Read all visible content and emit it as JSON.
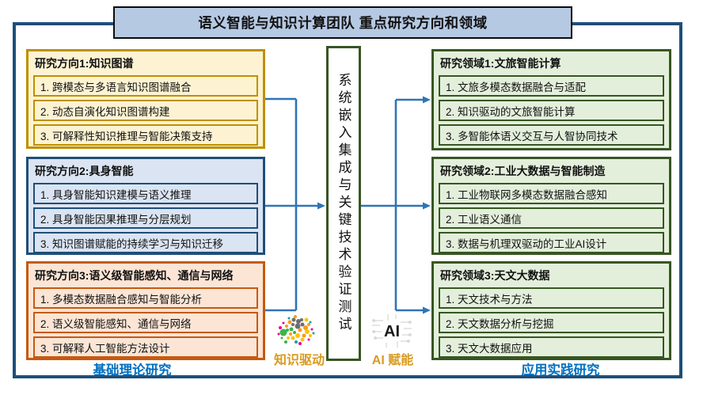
{
  "title": "语义智能与知识计算团队 重点研究方向和领域",
  "center_box": {
    "label": "系统嵌入集成与关键技术验证测试"
  },
  "left_column": {
    "caption": "基础理论研究",
    "groups": [
      {
        "title": "研究方向1:知识图谱",
        "items": [
          "1. 跨模态与多语言知识图谱融合",
          "2. 动态自演化知识图谱构建",
          "3. 可解释性知识推理与智能决策支持"
        ]
      },
      {
        "title": "研究方向2:具身智能",
        "items": [
          "1. 具身智能知识建模与语义推理",
          "2. 具身智能因果推理与分层规划",
          "3. 知识图谱赋能的持续学习与知识迁移"
        ]
      },
      {
        "title": "研究方向3:语义级智能感知、通信与网络",
        "items": [
          "1. 多模态数据融合感知与智能分析",
          "2. 语义级智能感知、通信与网络",
          "3. 可解释人工智能方法设计"
        ]
      }
    ]
  },
  "right_column": {
    "caption": "应用实践研究",
    "groups": [
      {
        "title": "研究领域1:文旅智能计算",
        "items": [
          "1. 文旅多模态数据融合与适配",
          "2. 知识驱动的文旅智能计算",
          "3. 多智能体语义交互与人智协同技术"
        ]
      },
      {
        "title": "研究领域2:工业大数据与智能制造",
        "items": [
          "1. 工业物联网多模态数据融合感知",
          "2. 工业语义通信",
          "3. 数据与机理双驱动的工业AI设计"
        ]
      },
      {
        "title": "研究领域3:天文大数据",
        "items": [
          "1. 天文技术与方法",
          "2. 天文数据分析与挖掘",
          "3. 天文大数据应用"
        ]
      }
    ]
  },
  "badges": [
    {
      "icon": "knowledge-graph-icon",
      "label": "知识驱动"
    },
    {
      "icon": "ai-chip-icon",
      "label": "AI 赋能"
    }
  ],
  "colors": {
    "outer_border": "#1f4e79",
    "title_fill": "#b6c9e3",
    "arrow": "#2e75b6",
    "caption": "#0070c0",
    "badge_label": "#d99a1f",
    "gold_border": "#bf9000",
    "gold_fill": "#fdf3d2",
    "blue_border": "#1f4e79",
    "blue_fill": "#dae4f2",
    "orange_border": "#c55a11",
    "orange_fill": "#fce5d5",
    "green_border": "#375623",
    "green_fill": "#e3efdb"
  }
}
